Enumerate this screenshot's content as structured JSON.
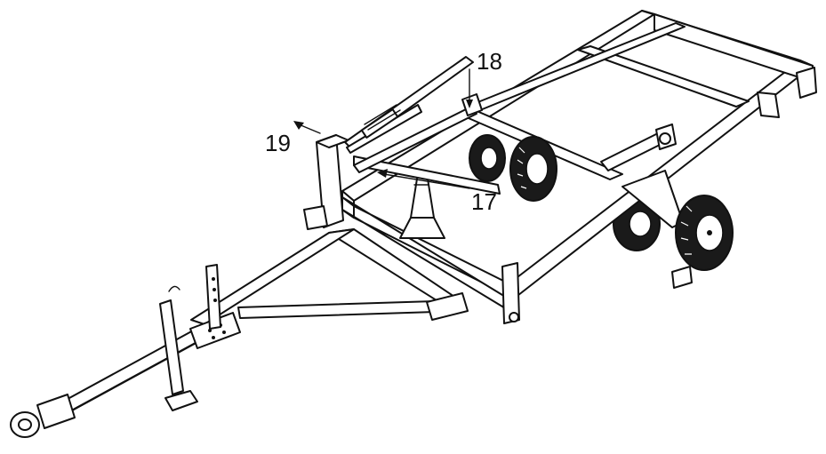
{
  "callouts": [
    {
      "id": "17",
      "text": "17"
    },
    {
      "id": "18",
      "text": "18"
    },
    {
      "id": "19",
      "text": "19"
    }
  ]
}
